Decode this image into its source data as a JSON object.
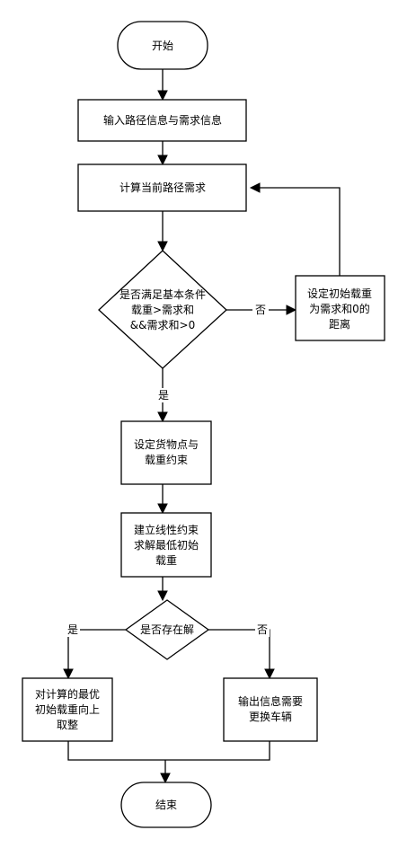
{
  "flowchart": {
    "start": {
      "label": "开始"
    },
    "input_info": {
      "label": "输入路径信息与需求信息"
    },
    "calc_demand": {
      "label": "计算当前路径需求"
    },
    "check_basic": {
      "lines": [
        "是否满足基本条件",
        "载重>需求和",
        "&&需求和>0"
      ]
    },
    "set_initial": {
      "lines": [
        "设定初始载重",
        "为需求和0的",
        "距离"
      ]
    },
    "set_cargo": {
      "lines": [
        "设定货物点与",
        "载重约束"
      ]
    },
    "build_constraint": {
      "lines": [
        "建立线性约束",
        "求解最低初始",
        "载重"
      ]
    },
    "check_solution": {
      "label": "是否存在解"
    },
    "ceil_result": {
      "lines": [
        "对计算的最优",
        "初始载重向上",
        "取整"
      ]
    },
    "output_replace": {
      "lines": [
        "输出信息需要",
        "更换车辆"
      ]
    },
    "end": {
      "label": "结束"
    },
    "edge_labels": {
      "basic_no": "否",
      "basic_yes": "是",
      "solution_yes": "是",
      "solution_no": "否"
    }
  }
}
